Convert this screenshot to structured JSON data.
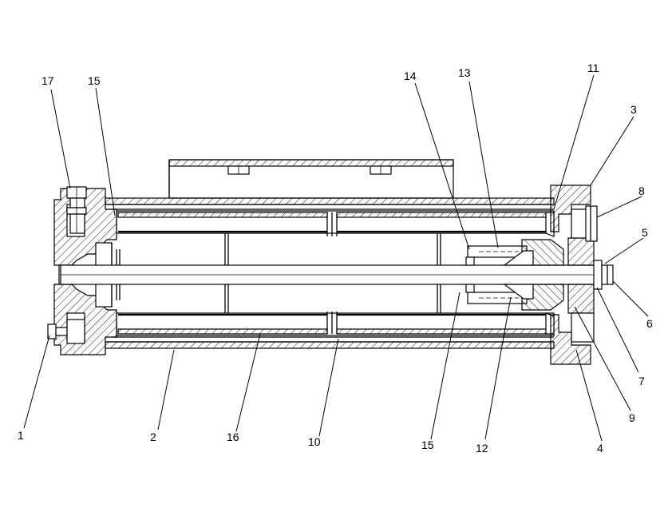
{
  "callouts": [
    {
      "id": "17",
      "label": "17"
    },
    {
      "id": "15a",
      "label": "15"
    },
    {
      "id": "14",
      "label": "14"
    },
    {
      "id": "13",
      "label": "13"
    },
    {
      "id": "11",
      "label": "11"
    },
    {
      "id": "3",
      "label": "3"
    },
    {
      "id": "8",
      "label": "8"
    },
    {
      "id": "5",
      "label": "5"
    },
    {
      "id": "6",
      "label": "6"
    },
    {
      "id": "7",
      "label": "7"
    },
    {
      "id": "9",
      "label": "9"
    },
    {
      "id": "4",
      "label": "4"
    },
    {
      "id": "12",
      "label": "12"
    },
    {
      "id": "15b",
      "label": "15"
    },
    {
      "id": "10",
      "label": "10"
    },
    {
      "id": "16",
      "label": "16"
    },
    {
      "id": "2",
      "label": "2"
    },
    {
      "id": "1",
      "label": "1"
    }
  ]
}
